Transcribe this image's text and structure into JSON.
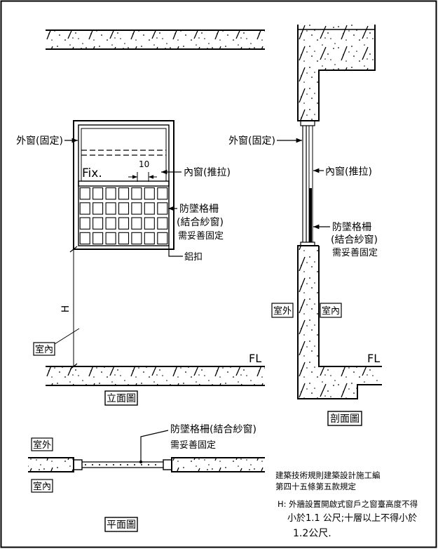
{
  "elevation": {
    "outer_window_label": "外窗(固定)",
    "fix_label": "Fix.",
    "dimension_label": "10",
    "inner_window_label": "內窗(推拉)",
    "grille_label_1": "防墜格柵",
    "grille_label_2": "(結合紗窗)",
    "grille_label_3": "需妥善固定",
    "latch_label": "鋁扣",
    "height_label": "H",
    "indoor_label": "室內",
    "floor_label": "FL",
    "title": "立面圖"
  },
  "section": {
    "outer_window_label": "外窗(固定)",
    "inner_window_label": "內窗(推拉)",
    "grille_label_1": "防墜格柵",
    "grille_label_2": "(結合紗窗)",
    "grille_label_3": "需妥善固定",
    "outdoor_label": "室外",
    "indoor_label": "室內",
    "floor_label": "FL",
    "title": "剖面圖"
  },
  "plan": {
    "grille_label_1": "防墜格柵(結合紗窗)",
    "grille_label_2": "需妥善固定",
    "outdoor_label": "室外",
    "indoor_label": "室內",
    "title": "平面圖"
  },
  "notes": {
    "line_1": "建築技術規則建築設計施工編",
    "line_2": "第四十五條第五款規定",
    "line_3": "H: 外牆設置開啟式窗戶之窗臺高度不得",
    "line_4": "小於1.1 公尺;十層以上不得小於",
    "line_5": "1.2公尺."
  }
}
